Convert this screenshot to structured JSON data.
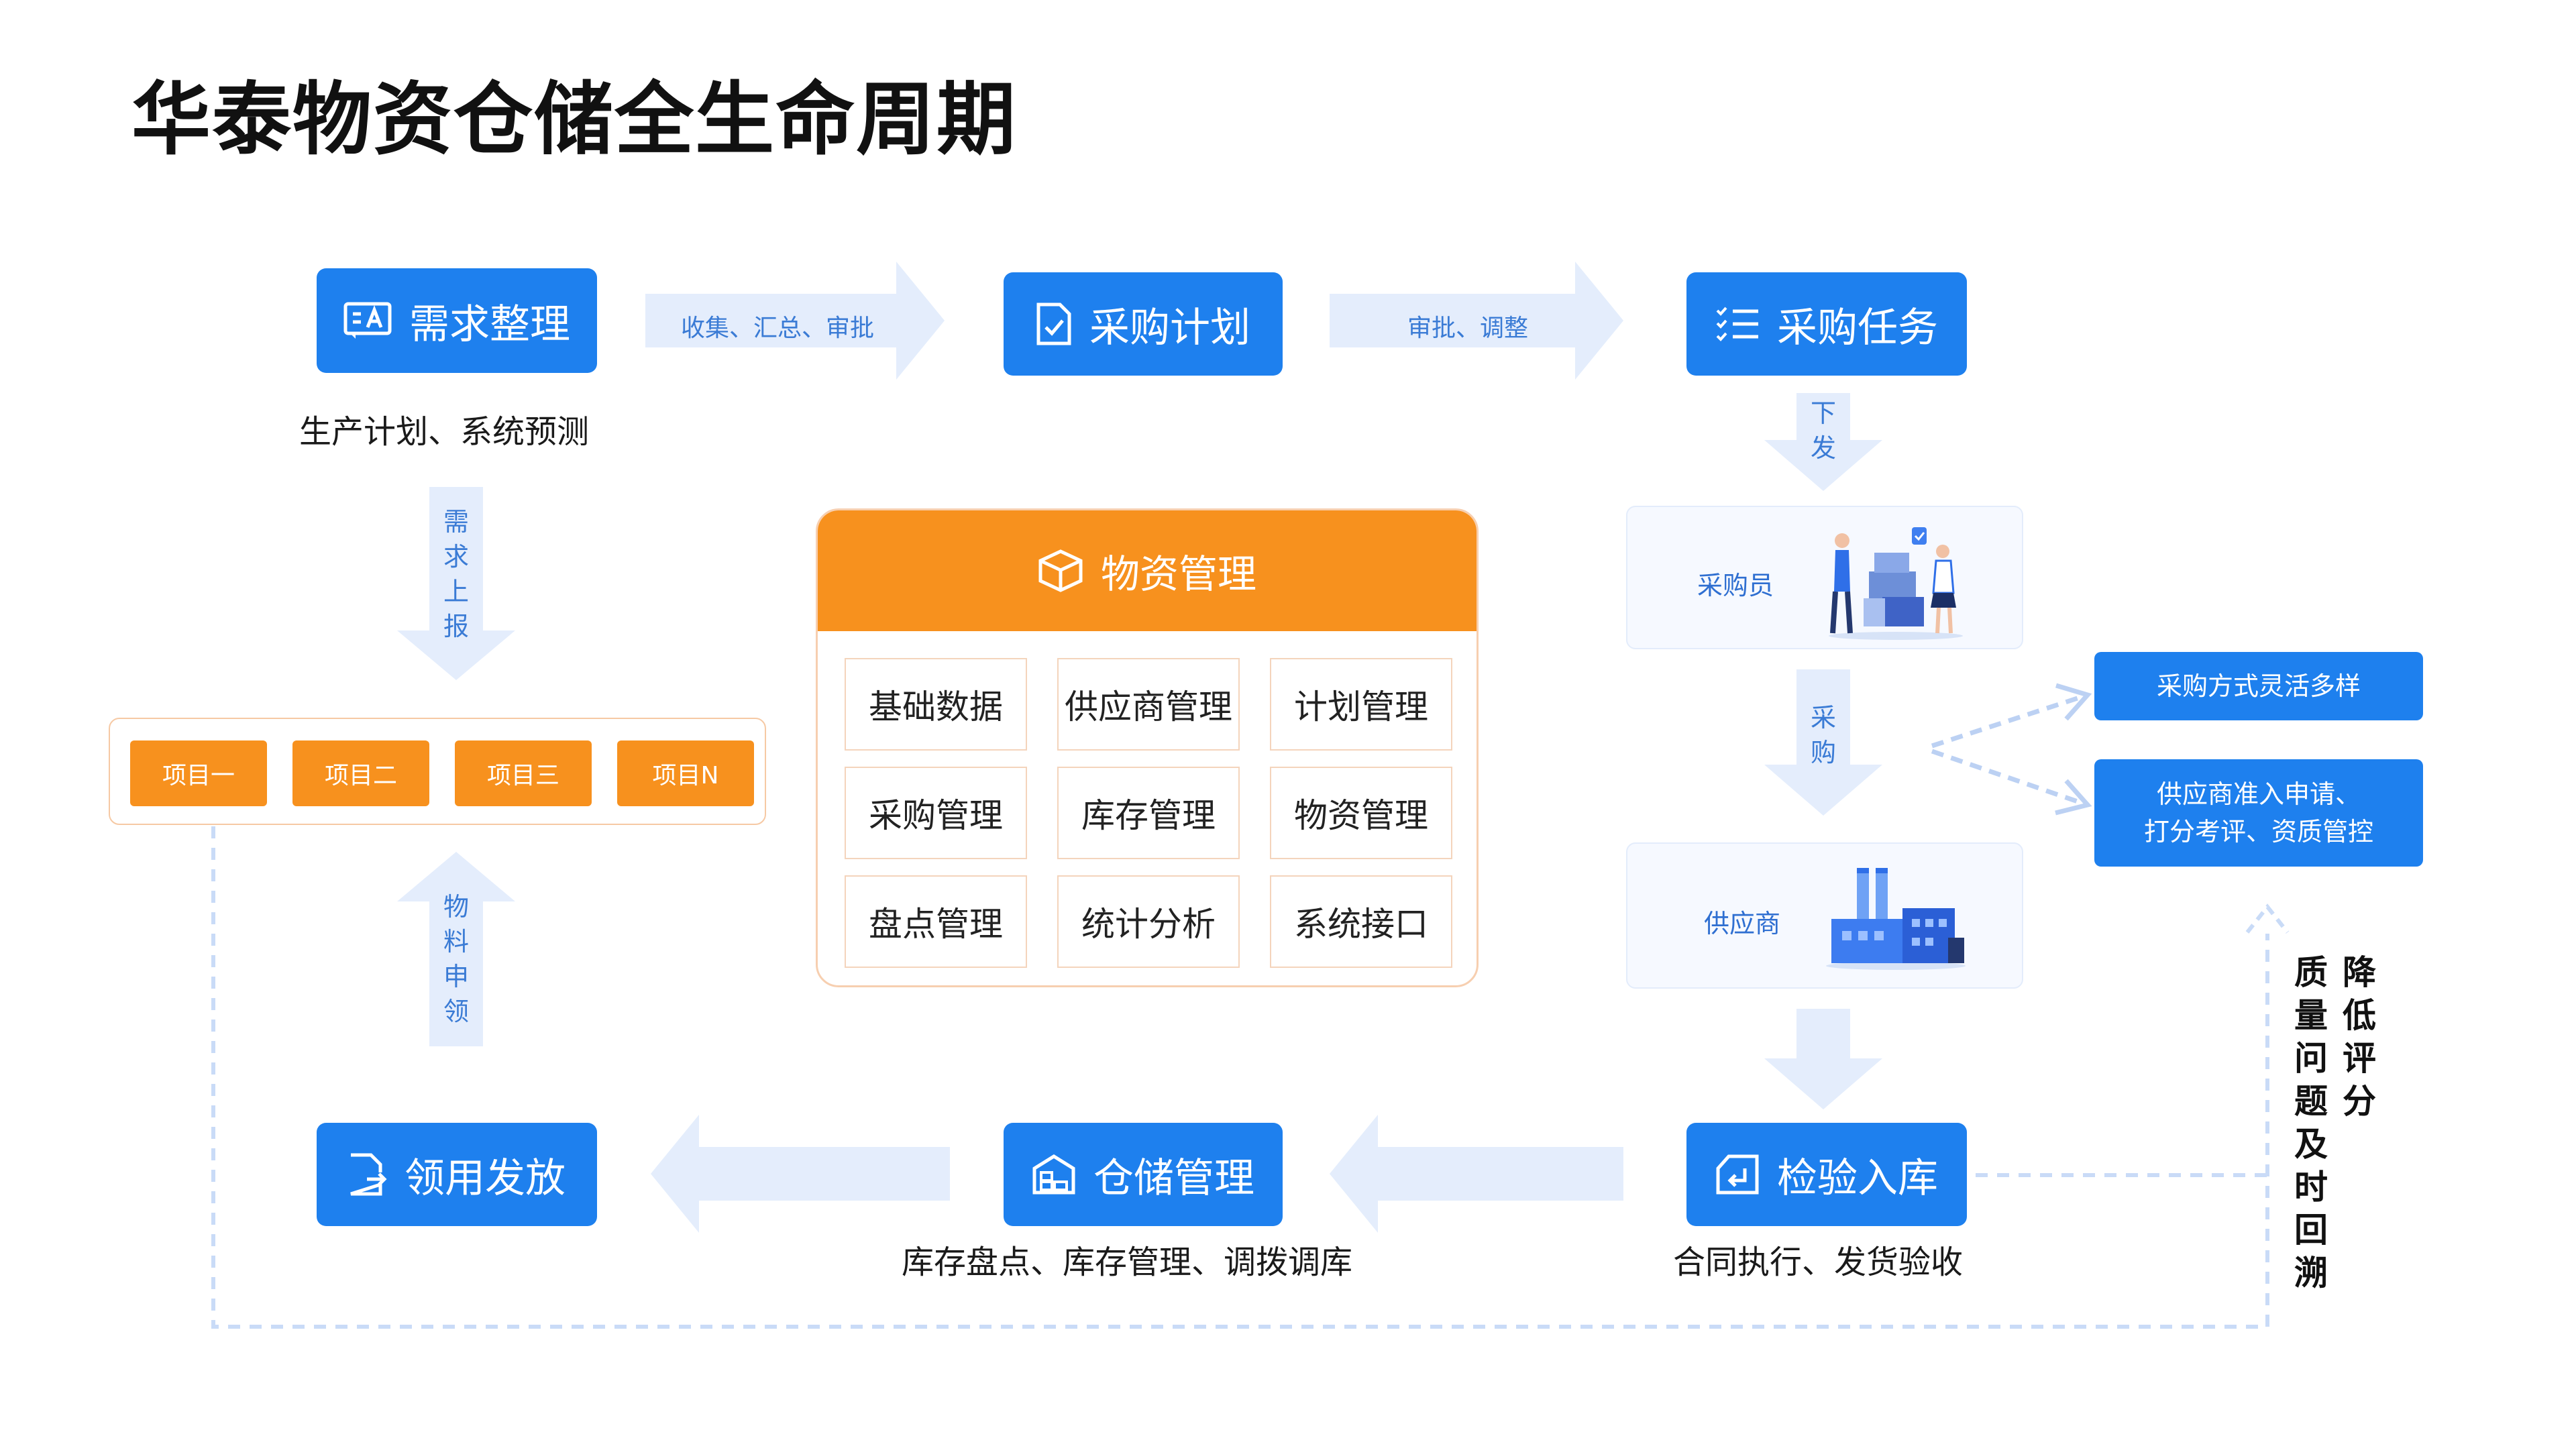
{
  "title": "华泰物资仓储全生命周期",
  "colors": {
    "blue": "#1e80ee",
    "orange": "#f7911e",
    "arrow_fill": "#e4edfc",
    "label_blue": "#3a7bd5"
  },
  "top_flow": {
    "step1": {
      "label": "需求整理",
      "icon": "document-text-icon",
      "caption": "生产计划、系统预测"
    },
    "arrow1_label": "收集、汇总、审批",
    "step2": {
      "label": "采购计划",
      "icon": "checked-document-icon"
    },
    "arrow2_label": "审批、调整",
    "step3": {
      "label": "采购任务",
      "icon": "checklist-icon"
    }
  },
  "left_column": {
    "arrow_down_label": [
      "需",
      "求",
      "上",
      "报"
    ],
    "projects": [
      "项目一",
      "项目二",
      "项目三",
      "项目N"
    ],
    "arrow_up_label": [
      "物",
      "料",
      "申",
      "领"
    ]
  },
  "materials_management": {
    "title": "物资管理",
    "icon": "box-icon",
    "modules": [
      "基础数据",
      "供应商管理",
      "计划管理",
      "采购管理",
      "库存管理",
      "物资管理",
      "盘点管理",
      "统计分析",
      "系统接口"
    ]
  },
  "right_column": {
    "arrow_down1_label": [
      "下",
      "发"
    ],
    "buyer_label": "采购员",
    "arrow_down2_label": [
      "采",
      "购"
    ],
    "supplier_label": "供应商",
    "branch1": "采购方式灵活多样",
    "branch2_lines": [
      "供应商准入申请、",
      "打分考评、资质管控"
    ],
    "side_col1": [
      "质",
      "量",
      "问",
      "题",
      "及",
      "时",
      "回",
      "溯"
    ],
    "side_col2": [
      "降",
      "低",
      "评",
      "分"
    ]
  },
  "bottom_flow": {
    "step_inspect": {
      "label": "检验入库",
      "icon": "enter-icon",
      "caption": "合同执行、发货验收"
    },
    "step_storage": {
      "label": "仓储管理",
      "icon": "warehouse-icon",
      "caption": "库存盘点、库存管理、调拨调库"
    },
    "step_issue": {
      "label": "领用发放",
      "icon": "file-out-icon"
    }
  }
}
